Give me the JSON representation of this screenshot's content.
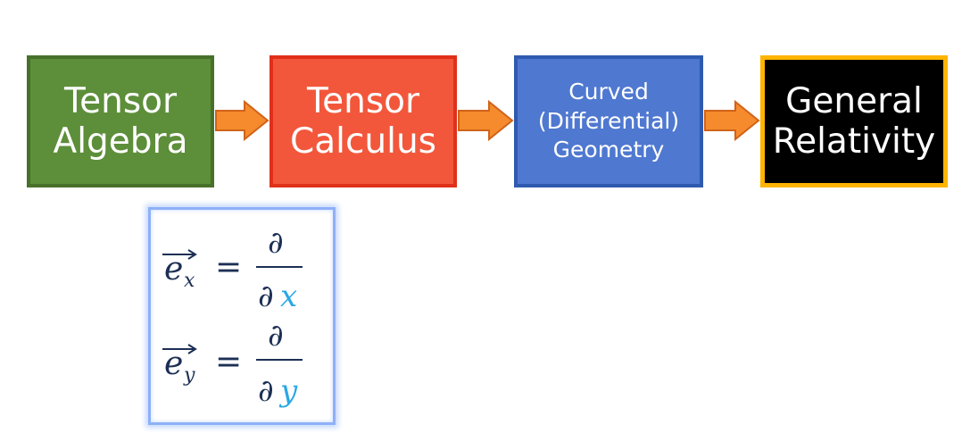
{
  "boxes": [
    {
      "label": "Tensor\nAlgebra",
      "fill": "#5d8e3a"
    },
    {
      "label": "Tensor\nCalculus",
      "fill": "#f2573b"
    },
    {
      "label": "Curved\n(Differential)\nGeometry",
      "fill": "#4f78d0"
    },
    {
      "label": "General\nRelativity",
      "fill": "#000000"
    }
  ],
  "arrow_color": "#f58b2c",
  "formula": {
    "line1": {
      "base": "e",
      "subscript": "x",
      "equals": "=",
      "numerator": "∂",
      "den_partial": "∂",
      "den_var": "x"
    },
    "line2": {
      "base": "e",
      "subscript": "y",
      "equals": "=",
      "numerator": "∂",
      "den_partial": "∂",
      "den_var": "y"
    }
  }
}
